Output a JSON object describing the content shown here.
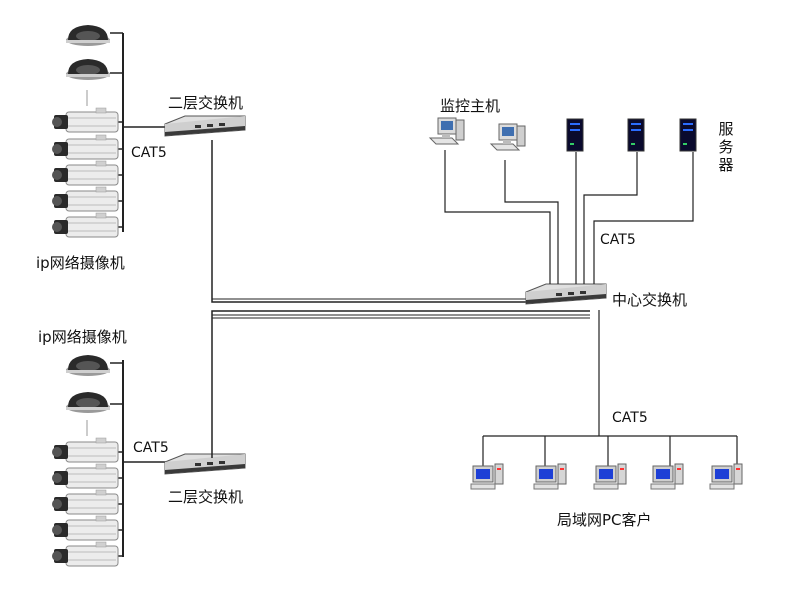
{
  "labels": {
    "switch_top": "二层交换机",
    "switch_bottom": "二层交换机",
    "cat5_top_left": "CAT5",
    "cat5_bottom_left": "CAT5",
    "cat5_servers": "CAT5",
    "cat5_lan": "CAT5",
    "cameras_top": "ip网络摄像机",
    "cameras_bottom": "ip网络摄像机",
    "monitor_hosts": "监控主机",
    "servers": "服务器",
    "central_switch": "中心交换机",
    "lan_clients": "局域网PC客户"
  },
  "colors": {
    "line": "#222222",
    "switch_body": "#d9d9d9",
    "switch_dark": "#3a3a3a",
    "camera_body": "#e8e8e8",
    "dome": "#2a2a2a",
    "server": "#0a0a2e",
    "pc_screen": "#1d3fd6"
  },
  "icons": {
    "dome_camera": "dome-camera-icon",
    "box_camera": "box-camera-icon",
    "switch": "network-switch-icon",
    "workstation": "workstation-icon",
    "server": "server-icon",
    "pc": "desktop-pc-icon"
  }
}
